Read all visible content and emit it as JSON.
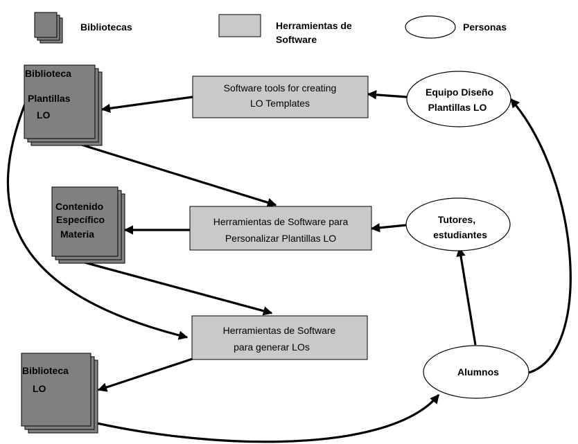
{
  "legend": {
    "library": "Bibliotecas",
    "tool_line1": "Herramientas de",
    "tool_line2": "Software",
    "person": "Personas"
  },
  "nodes": {
    "lib_templates": {
      "line1": "Biblioteca",
      "line2": "Plantillas",
      "line3": "LO"
    },
    "lib_content": {
      "line1": "Contenido",
      "line2": "Específico",
      "line3": "Materia"
    },
    "lib_lo": {
      "line1": "Biblioteca",
      "line2": "LO"
    },
    "tool_create": {
      "line1": "Software tools for creating",
      "line2": "LO Templates"
    },
    "tool_personalize": {
      "line1": "Herramientas de  Software para",
      "line2": "Personalizar Plantillas LO"
    },
    "tool_generate": {
      "line1": "Herramientas de Software",
      "line2": "para generar LOs"
    },
    "person_design": {
      "line1": "Equipo Diseño",
      "line2": "Plantillas LO"
    },
    "person_tutors": {
      "line1": "Tutores,",
      "line2": "estudiantes"
    },
    "person_students": {
      "line1": "Alumnos"
    }
  },
  "colors": {
    "library_fill": "#808080",
    "tool_fill": "#c9c9c9",
    "person_fill": "#ffffff",
    "stroke": "#000000"
  }
}
